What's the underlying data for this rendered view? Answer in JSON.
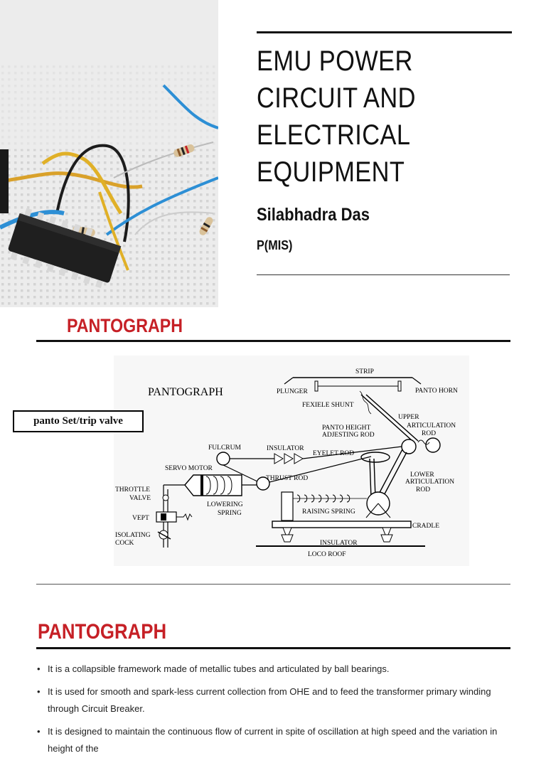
{
  "cover": {
    "title_lines": [
      "EMU POWER",
      "CIRCUIT AND",
      "ELECTRICAL",
      "EQUIPMENT"
    ],
    "author": "Silabhadra Das",
    "role": "P(MIS)"
  },
  "section1": {
    "heading": "PANTOGRAPH",
    "diagram": {
      "title": "PANTOGRAPH",
      "callout": "panto Set/trip valve",
      "labels": {
        "strip": "STRIP",
        "plunger": "PLUNGER",
        "panto_horn": "PANTO HORN",
        "flexible_shunt": "FEXIELE SHUNT",
        "upper": "UPPER",
        "articulation": "ARTICULATION",
        "rod": "ROD",
        "panto_height": "PANTO HEIGHT",
        "adjusting_rod": "ADJESTING ROD",
        "fulcrum": "FULCRUM",
        "insulator_top": "INSULATOR",
        "eyelet_rod": "EYELET ROD",
        "servo_motor": "SERVO MOTOR",
        "thrust_rod": "THRUST ROD",
        "throttle": "THROTTLE",
        "valve": "VALVE",
        "lower": "LOWER",
        "lower_articulation": "ARTICULATION",
        "lower_rod": "ROD",
        "lowering": "LOWERING",
        "spring": "SPRING",
        "raising_spring": "RAISING SPRING",
        "vept": "VEPT",
        "cradle": "CRADLE",
        "isolating": "ISOLATING",
        "cock": "COCK",
        "insulator_bottom": "INSULATOR",
        "loco_roof": "LOCO ROOF"
      }
    }
  },
  "section2": {
    "heading": "PANTOGRAPH",
    "bullets": [
      "It is a collapsible framework made of metallic tubes and articulated by ball bearings.",
      " It is used for smooth and spark-less current collection from OHE and to feed the transformer primary winding through Circuit Breaker.",
      " It is designed to maintain the continuous flow of current in spite of oscillation at high speed and the variation in height of the"
    ]
  }
}
